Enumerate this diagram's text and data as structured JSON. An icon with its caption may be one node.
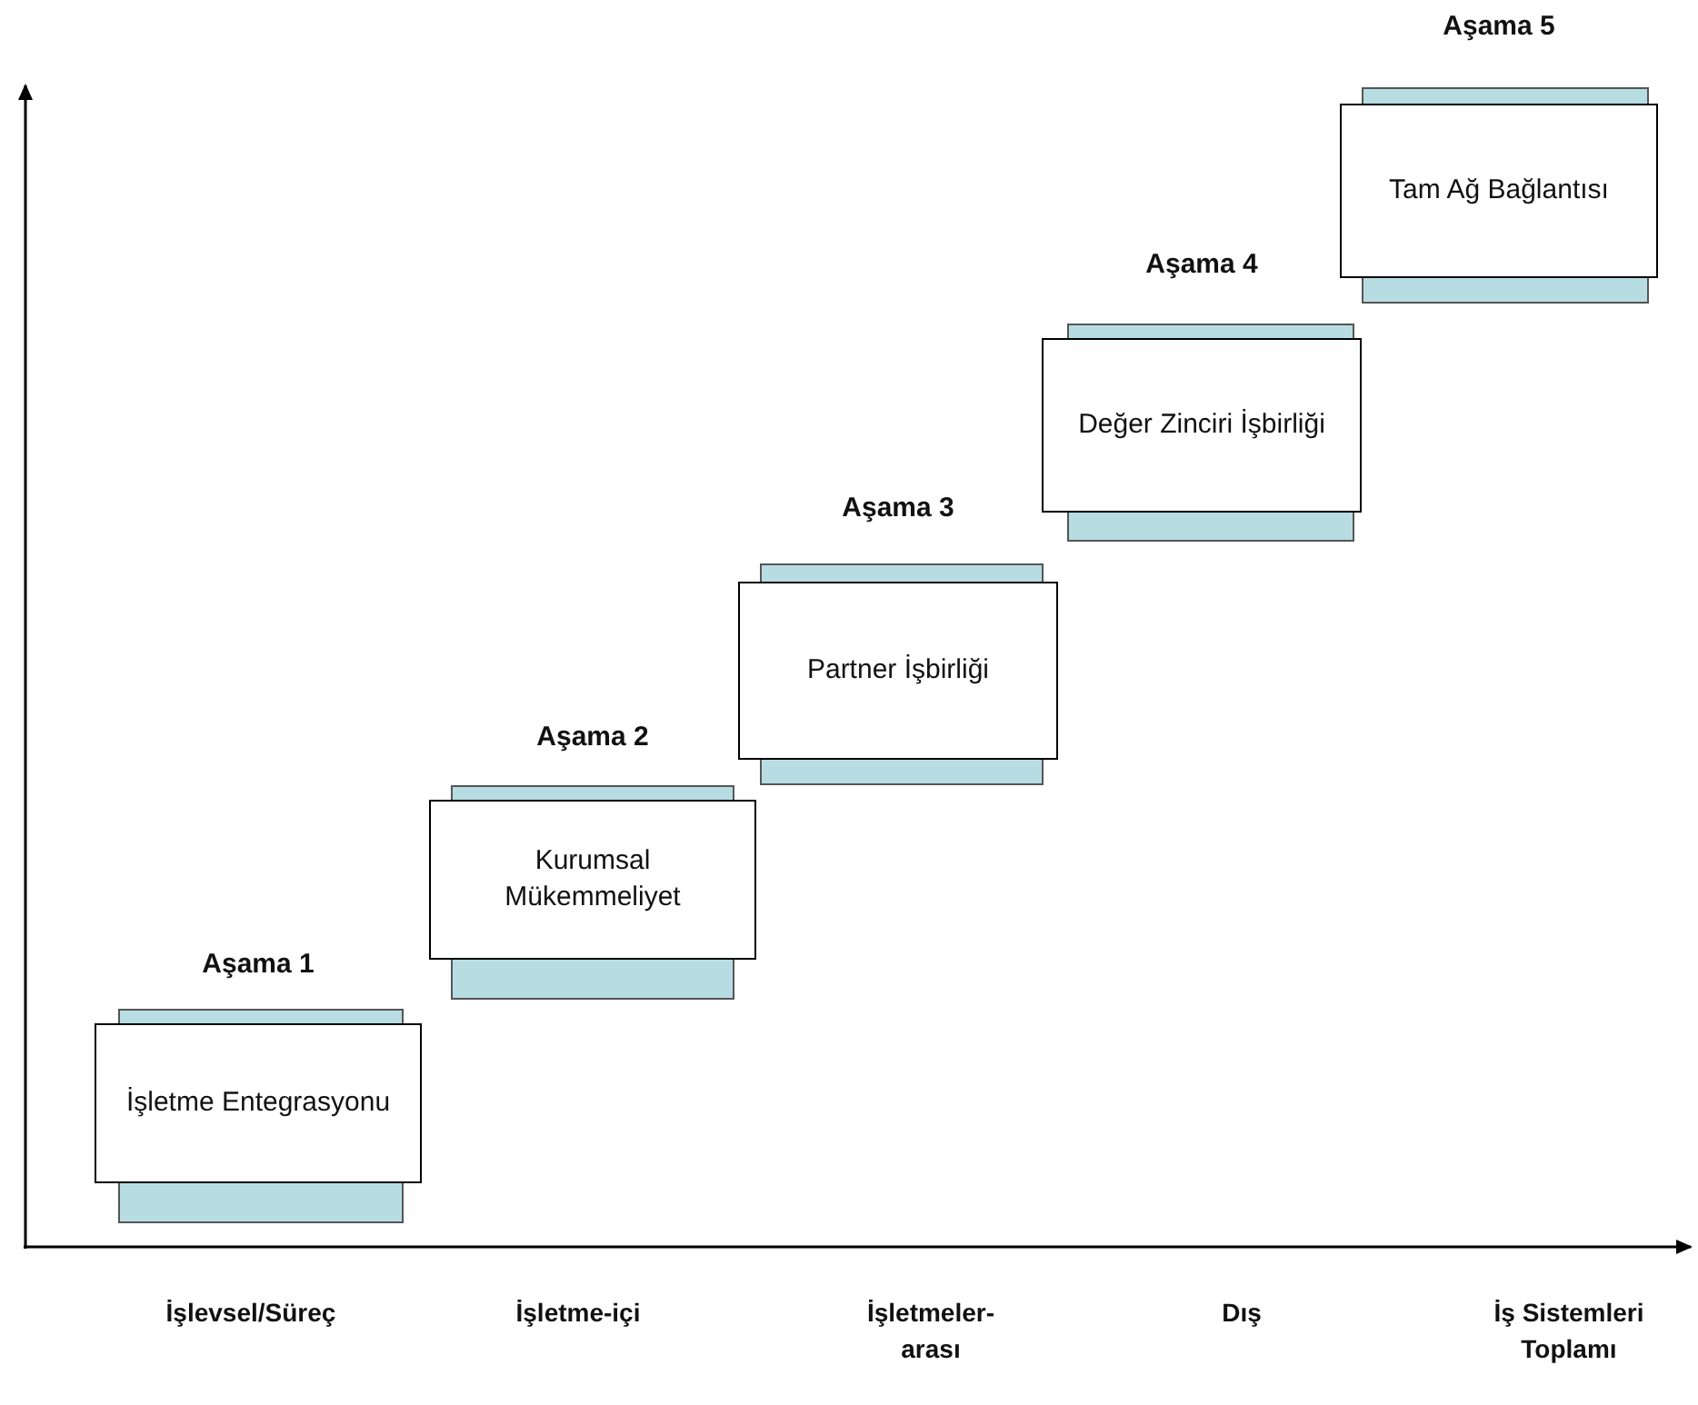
{
  "diagram": {
    "nodes": [
      {
        "text": [
          "Aşama 1",
          "İşletme Entegrasyonu"
        ]
      },
      {
        "text": [
          "Aşama 2",
          "Kurumsal Mükemmeliyet"
        ]
      },
      {
        "text": [
          "Aşama 3",
          "Partner İşbirliği"
        ]
      },
      {
        "text": [
          "Aşama 4",
          "Değer Zinciri İşbirliği"
        ]
      },
      {
        "text": [
          "Aşama 5",
          "Tam Ağ Bağlantısı"
        ]
      }
    ],
    "edges": [],
    "labels": [
      "İşlevsel/Süreç",
      "İşletme-içi",
      "İşletmeler-arası",
      "Dış",
      "İş Sistemleri Toplamı"
    ]
  }
}
